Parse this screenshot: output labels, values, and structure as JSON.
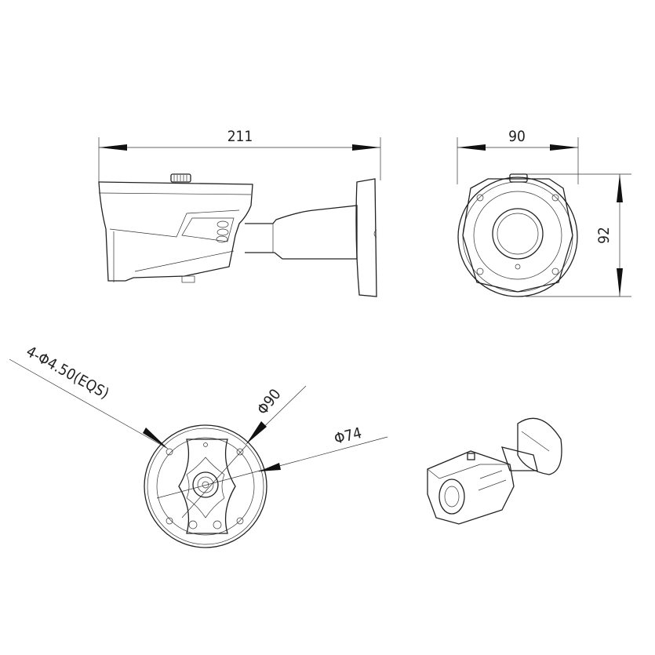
{
  "dimensions": {
    "side_length": "211",
    "front_width": "90",
    "front_height": "92",
    "hole_spec": "4-Φ4.50(EQS)",
    "outer_diameter": "Φ90",
    "inner_diameter": "Φ74"
  },
  "views": [
    "side-view",
    "front-view",
    "mount-base-view",
    "isometric-view"
  ]
}
